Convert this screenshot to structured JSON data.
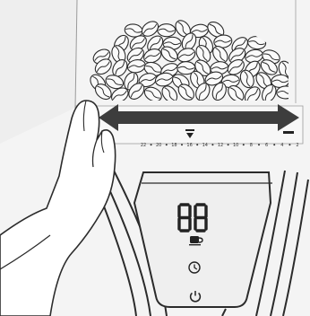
{
  "illustration": {
    "subject": "coffee grinder hopper with grind-size ring and control panel",
    "arrow_direction": "left-right",
    "grind_scale_labels": [
      "22",
      "20",
      "18",
      "16",
      "14",
      "12",
      "10",
      "8",
      "6",
      "4",
      "2"
    ],
    "display": {
      "digits": "88"
    },
    "icons": [
      "cup-icon",
      "clock-icon",
      "power-icon"
    ],
    "colors": {
      "arrow": "#3d3d3d",
      "line": "#2b2b2b",
      "background": "#f4f4f4",
      "panel": "#efefef"
    }
  }
}
